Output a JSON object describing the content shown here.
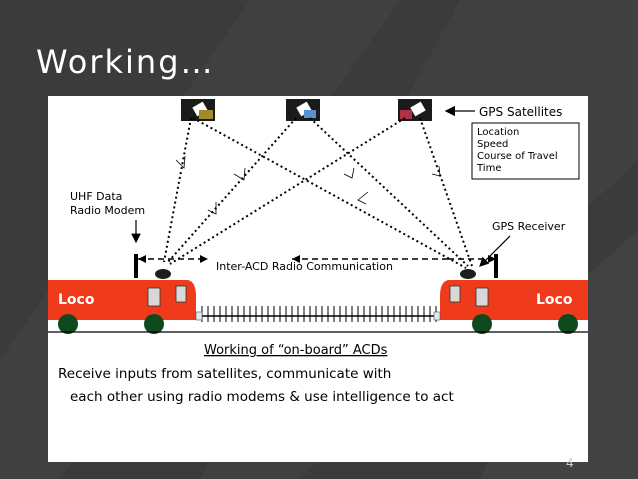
{
  "slide": {
    "title": "Working…",
    "page_number": "4"
  },
  "diagram": {
    "gps_satellites_label": "GPS Satellites",
    "gps_info": [
      "Location",
      "Speed",
      "Course of Travel",
      "Time"
    ],
    "uhf_label_line1": "UHF Data",
    "uhf_label_line2": "Radio Modem",
    "gps_receiver_label": "GPS Receiver",
    "radio_comm_label": "Inter-ACD Radio Communication",
    "loco_left_label": "Loco",
    "loco_right_label": "Loco",
    "caption_title": "Working of “on-board” ACDs",
    "caption_line1": "Receive inputs from satellites, communicate with",
    "caption_line2": "each other using radio modems & use intelligence to act"
  },
  "colors": {
    "loco_red": "#ef3b1c",
    "wheel_green": "#0f4a1e",
    "background": "#3a3a3a"
  }
}
